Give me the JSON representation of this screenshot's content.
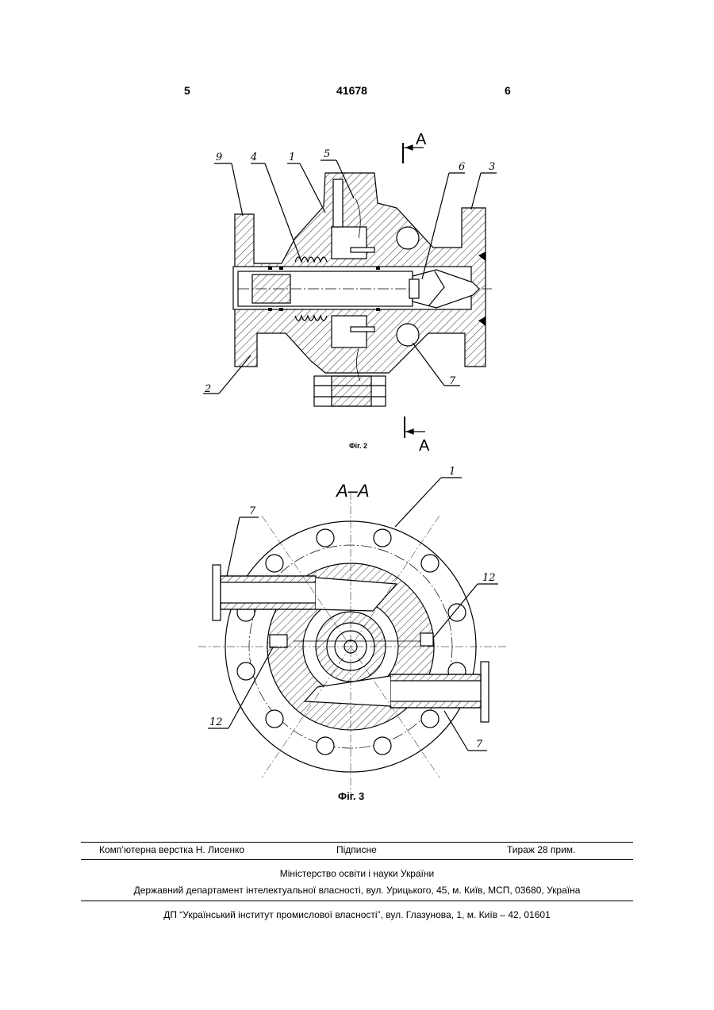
{
  "header": {
    "left_page": "5",
    "patent_number": "41678",
    "right_page": "6"
  },
  "figure2": {
    "caption": "Фіг. 2",
    "section_marker": "A",
    "labels": {
      "l9": "9",
      "l4": "4",
      "l1": "1",
      "l5": "5",
      "l6": "6",
      "l3": "3",
      "l2": "2",
      "l7": "7"
    }
  },
  "figure3": {
    "caption": "Фіг. 3",
    "section_title": "A–A",
    "labels": {
      "l1": "1",
      "l7a": "7",
      "l12a": "12",
      "l12b": "12",
      "l7b": "7"
    }
  },
  "footer": {
    "typesetting": "Комп’ютерна верстка Н. Лисенко",
    "signed": "Підписне",
    "circulation": "Тираж 28 прим.",
    "ministry": "Міністерство освіти і науки України",
    "department": "Державний департамент інтелектуальної власності, вул. Урицького, 45, м. Київ, МСП, 03680, Україна",
    "institute": "ДП “Український інститут промислової власності”, вул. Глазунова, 1, м. Київ – 42, 01601"
  }
}
